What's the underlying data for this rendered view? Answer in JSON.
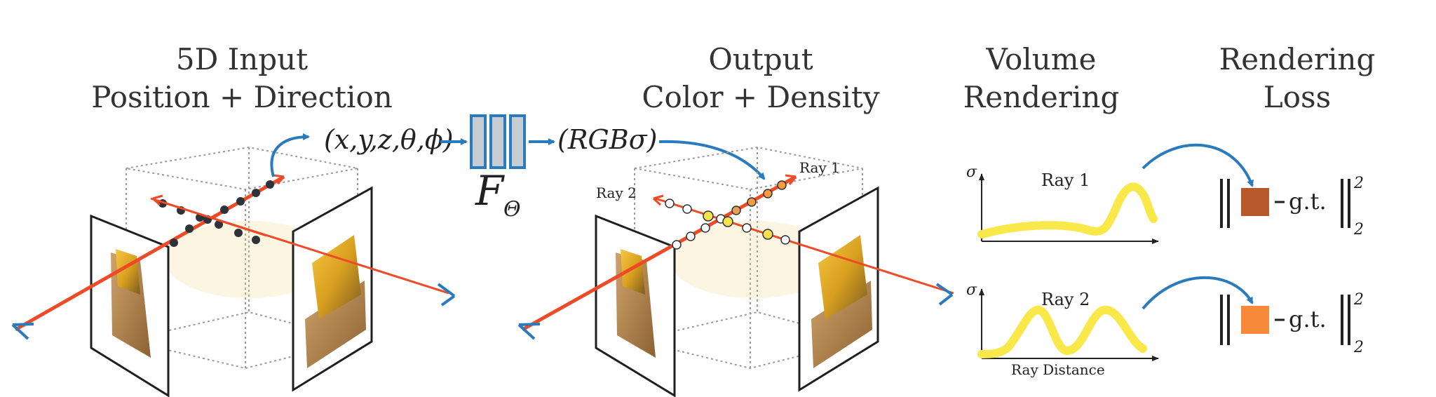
{
  "headers": {
    "input": {
      "line1": "5D Input",
      "line2": "Position + Direction"
    },
    "output": {
      "line1": "Output",
      "line2": "Color + Density"
    },
    "volume": {
      "line1": "Volume",
      "line2": "Rendering"
    },
    "loss": {
      "line1": "Rendering",
      "line2": "Loss"
    }
  },
  "network": {
    "input_tuple": "(x,y,z,θ,ϕ)",
    "output_tuple": "(RGBσ)",
    "function_symbol": "F",
    "function_subscript": "Θ"
  },
  "rays": {
    "ray1": "Ray 1",
    "ray2": "Ray 2"
  },
  "plots": {
    "y_axis_symbol": "σ",
    "x_axis_label": "Ray Distance",
    "top_label": "Ray 1",
    "bottom_label": "Ray 2"
  },
  "loss": {
    "gt_text": "g.t.",
    "exponent": "2",
    "subscript": "2",
    "ray1_color": "#b5582a",
    "ray2_color": "#f68a3a"
  },
  "colors": {
    "ray": "#ee4a25",
    "arrow_blue": "#2a7bbd",
    "network_fill": "#c8cdd3",
    "curve": "#f9e84a",
    "sample_dot": "#2d3338"
  }
}
